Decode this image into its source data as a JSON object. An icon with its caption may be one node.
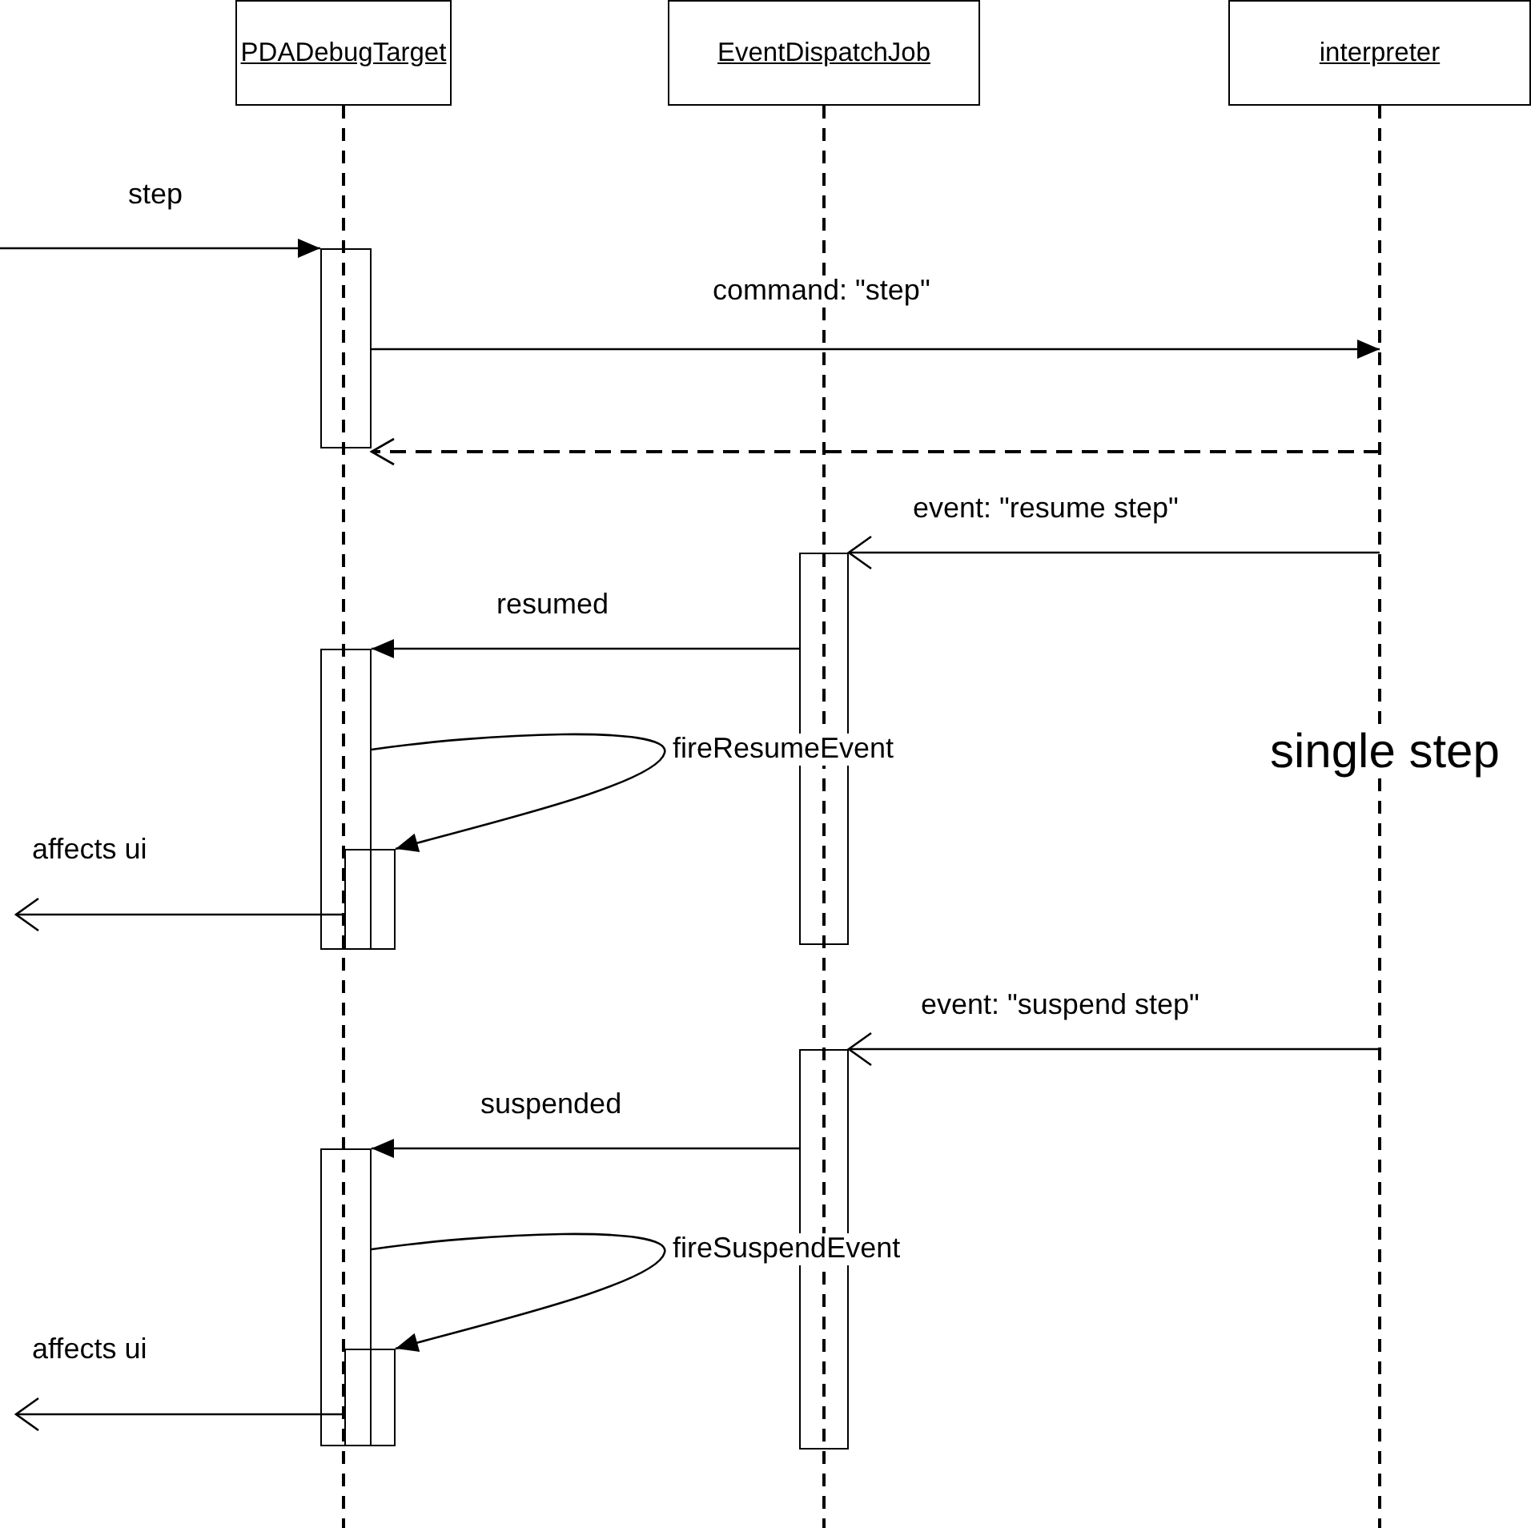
{
  "diagram": {
    "nodes": [
      {
        "text": [
          "PDADebugTarget"
        ]
      },
      {
        "text": [
          "EventDispatchJob"
        ]
      },
      {
        "text": [
          "interpreter"
        ]
      },
      {
        "text": [],
        "shape": "bar"
      },
      {
        "text": [],
        "shape": "bar"
      },
      {
        "text": [],
        "shape": "bar"
      },
      {
        "text": [],
        "shape": "bar"
      },
      {
        "text": [],
        "shape": "bar"
      },
      {
        "text": [],
        "shape": "bar"
      },
      {
        "text": [],
        "shape": "bar"
      }
    ],
    "edges": [
      {
        "from": null,
        "to": 3,
        "arrow": "to",
        "label": "step"
      },
      {
        "from": 3,
        "to": 2,
        "arrow": "to",
        "label": "command: \"step\""
      },
      {
        "from": 2,
        "to": 3,
        "arrow": "to",
        "style": "dashed"
      },
      {
        "from": 2,
        "to": 4,
        "arrow": "to",
        "label": "event: \"resume step\""
      },
      {
        "from": 4,
        "to": 5,
        "arrow": "to",
        "label": "resumed"
      },
      {
        "from": 5,
        "to": 6,
        "arrow": "to",
        "label": "fireResumeEvent"
      },
      {
        "from": 6,
        "to": null,
        "arrow": "to",
        "label": "affects ui"
      },
      {
        "from": 2,
        "to": 7,
        "arrow": "to",
        "label": "event: \"suspend step\""
      },
      {
        "from": 7,
        "to": 8,
        "arrow": "to",
        "label": "suspended"
      },
      {
        "from": 8,
        "to": 9,
        "arrow": "to",
        "label": "fireSuspendEvent"
      },
      {
        "from": 9,
        "to": null,
        "arrow": "to",
        "label": "affects ui"
      }
    ],
    "labels": [
      "single step"
    ]
  }
}
